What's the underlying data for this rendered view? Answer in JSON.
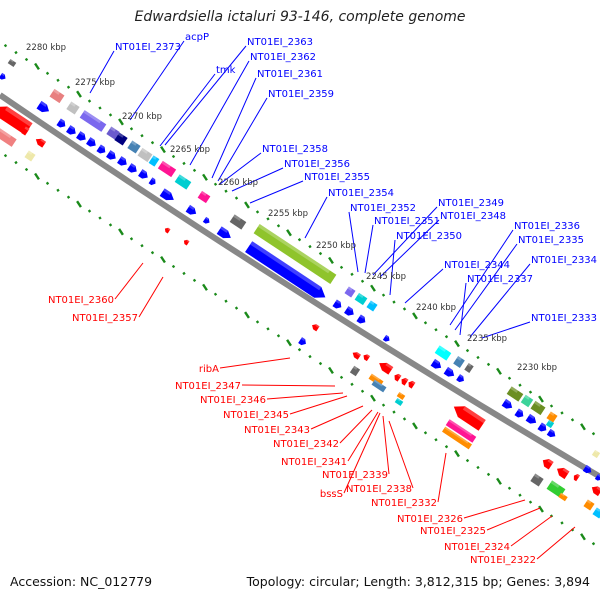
{
  "title": "Edwardsiella ictaluri 93-146, complete genome",
  "footer": {
    "accession": "Accession: NC_012779",
    "summary": "Topology: circular; Length: 3,812,315 bp; Genes: 3,894"
  },
  "colors": {
    "forward": "#0000ff",
    "reverse": "#ff0000",
    "ticks": "#1a8a1a",
    "backbone": "#888888"
  },
  "kbp_labels": [
    "2280 kbp",
    "2275 kbp",
    "2270 kbp",
    "2265 kbp",
    "2260 kbp",
    "2255 kbp",
    "2250 kbp",
    "2245 kbp",
    "2240 kbp",
    "2235 kbp",
    "2230 kbp"
  ],
  "forward_labels": [
    "NT01EI_2373",
    "acpP",
    "NT01EI_2363",
    "tmk",
    "NT01EI_2362",
    "NT01EI_2361",
    "NT01EI_2359",
    "NT01EI_2358",
    "NT01EI_2356",
    "NT01EI_2355",
    "NT01EI_2354",
    "NT01EI_2352",
    "NT01EI_2351",
    "NT01EI_2349",
    "NT01EI_2348",
    "NT01EI_2350",
    "NT01EI_2336",
    "NT01EI_2335",
    "NT01EI_2344",
    "NT01EI_2337",
    "NT01EI_2334",
    "NT01EI_2333"
  ],
  "reverse_labels": [
    "NT01EI_2360",
    "NT01EI_2357",
    "ribA",
    "NT01EI_2347",
    "NT01EI_2346",
    "NT01EI_2345",
    "NT01EI_2343",
    "NT01EI_2342",
    "NT01EI_2341",
    "NT01EI_2339",
    "bssS",
    "NT01EI_2338",
    "NT01EI_2332",
    "NT01EI_2326",
    "NT01EI_2325",
    "NT01EI_2324",
    "NT01EI_2322"
  ]
}
